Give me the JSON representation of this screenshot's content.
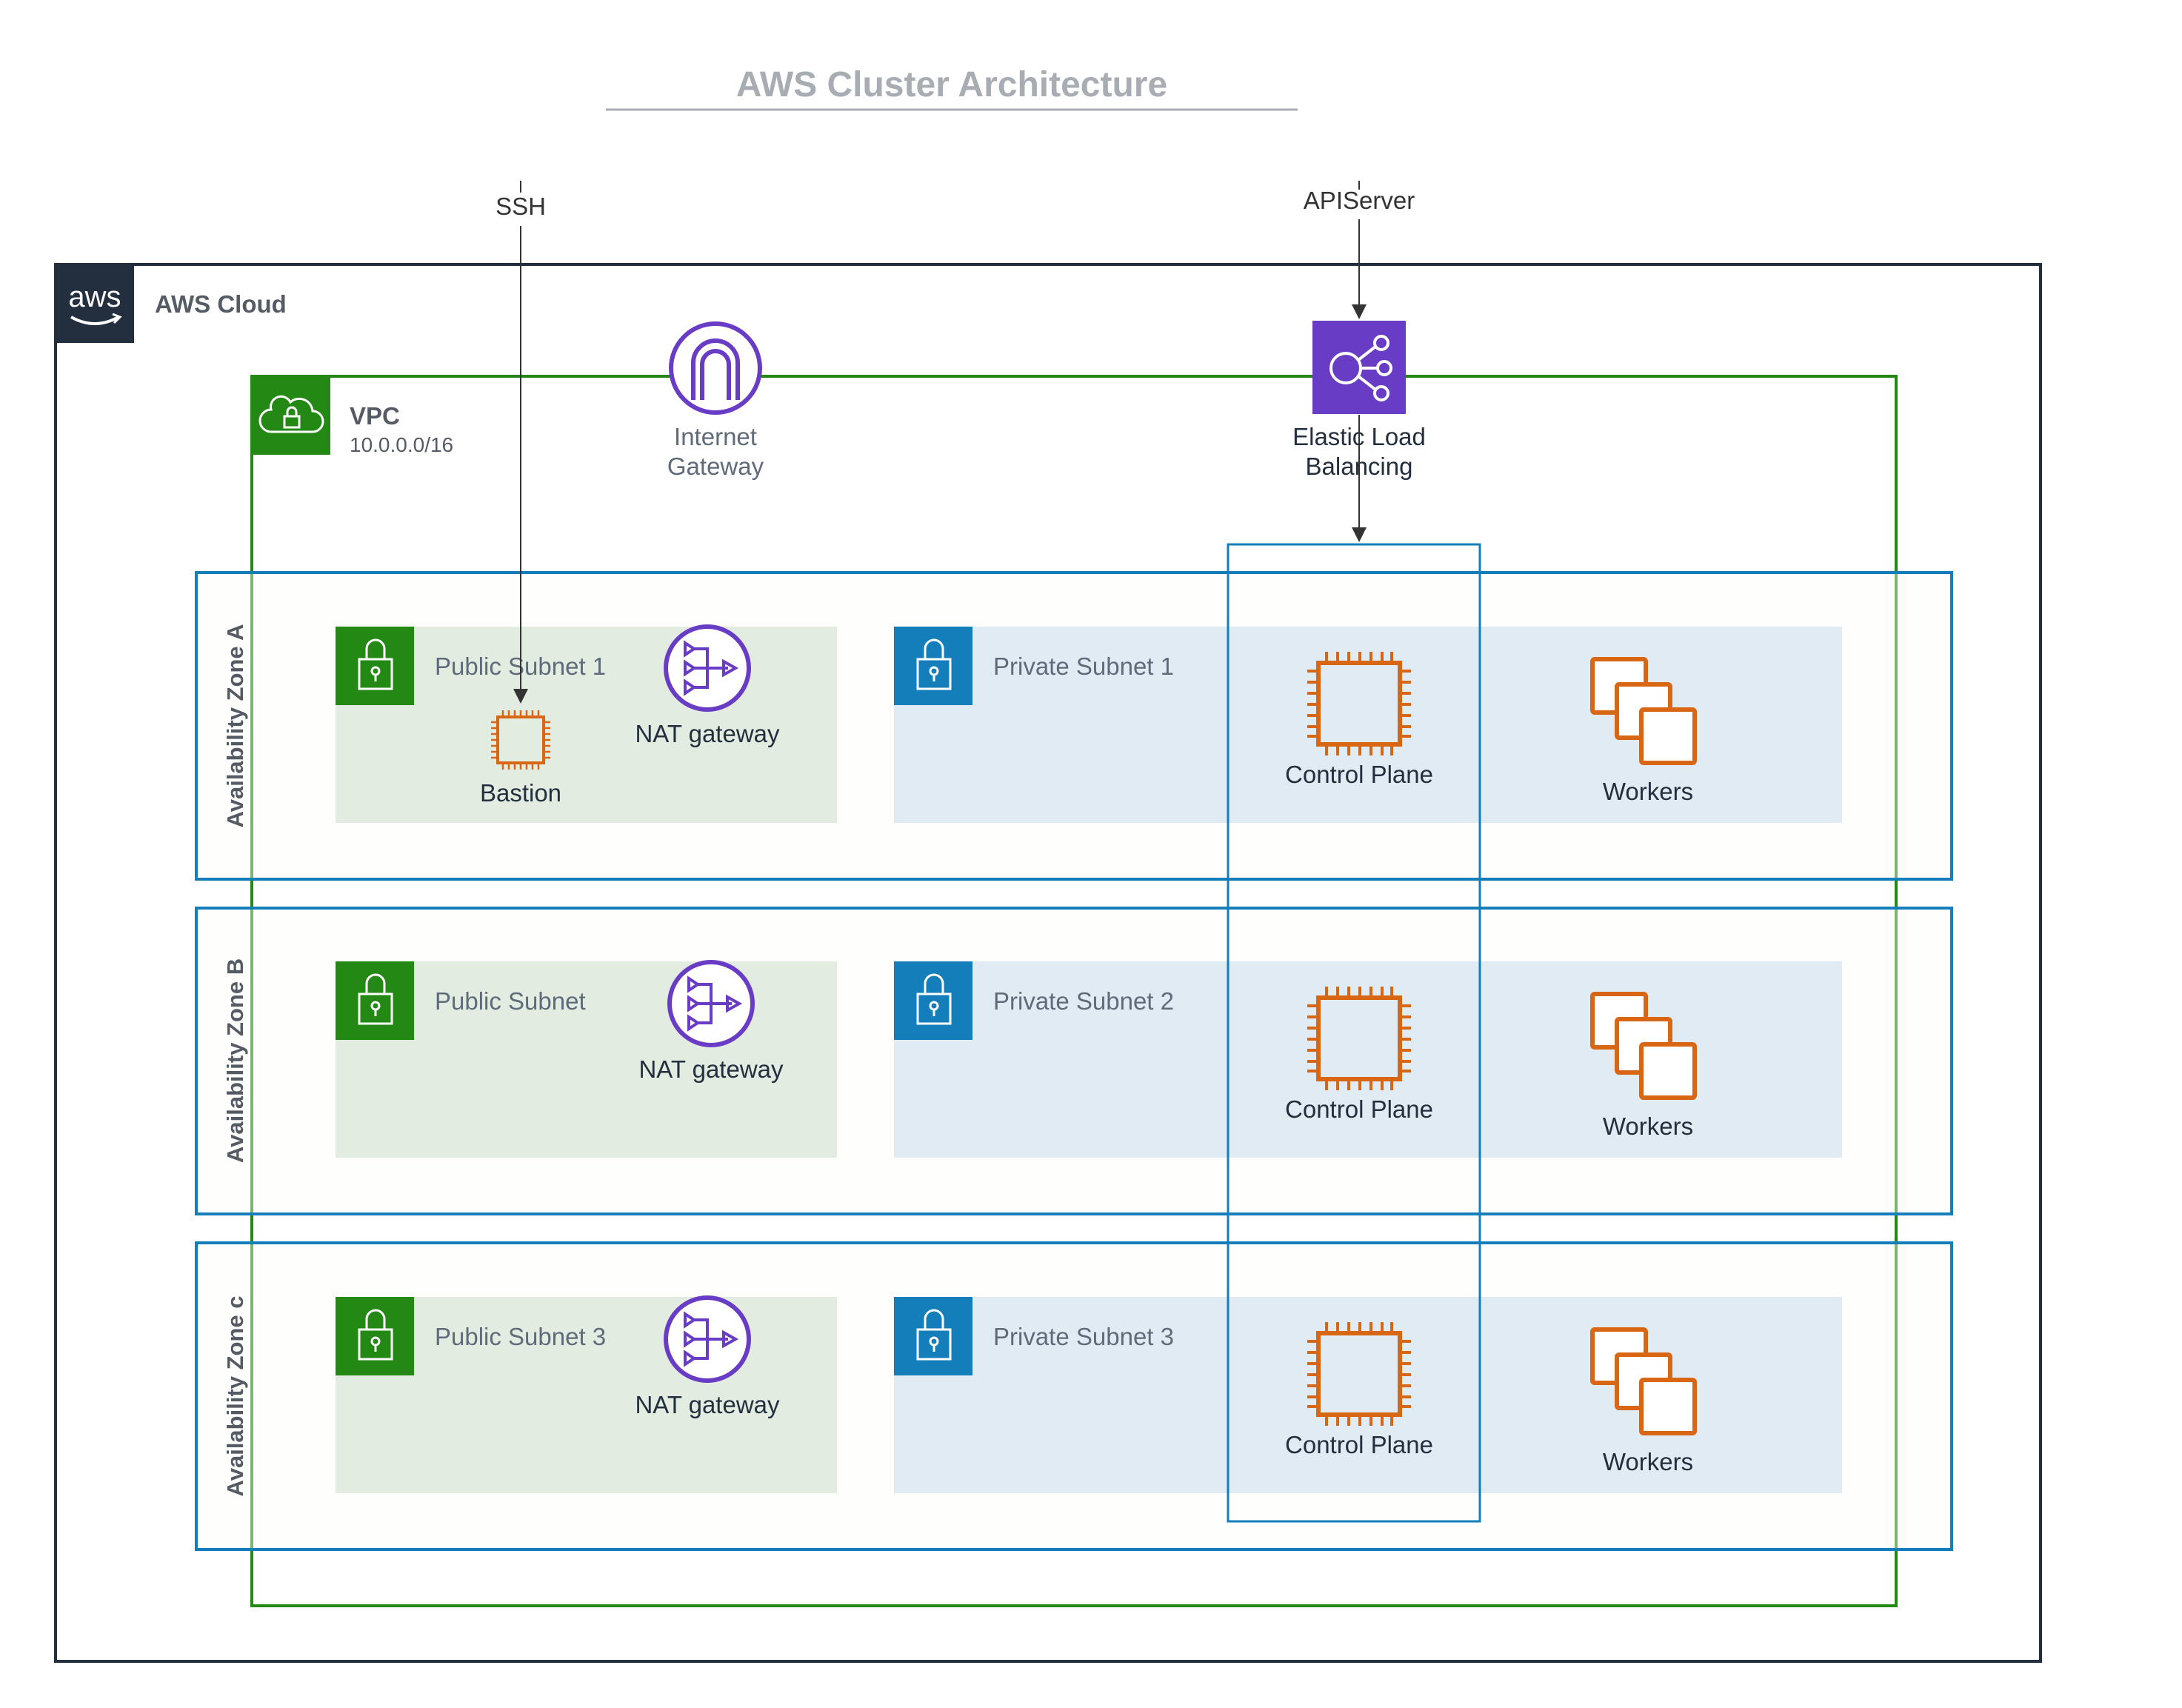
{
  "title": "AWS Cluster Architecture",
  "cloud": {
    "label": "AWS Cloud",
    "logo_text": "aws"
  },
  "vpc": {
    "label": "VPC",
    "cidr": "10.0.0.0/16"
  },
  "edges": {
    "ssh": "SSH",
    "apiserver": "APIServer"
  },
  "internet_gateway": {
    "line1": "Internet",
    "line2": "Gateway"
  },
  "elb": {
    "line1": "Elastic Load",
    "line2": "Balancing"
  },
  "zones": [
    {
      "label": "Availability Zone A",
      "public_subnet": "Public Subnet 1",
      "private_subnet": "Private Subnet 1",
      "nat": "NAT gateway",
      "bastion": "Bastion",
      "control_plane": "Control Plane",
      "workers": "Workers"
    },
    {
      "label": "Availability Zone B",
      "public_subnet": "Public Subnet",
      "private_subnet": "Private Subnet 2",
      "nat": "NAT gateway",
      "control_plane": "Control Plane",
      "workers": "Workers"
    },
    {
      "label": "Availability Zone c",
      "public_subnet": "Public Subnet 3",
      "private_subnet": "Private Subnet 3",
      "nat": "NAT gateway",
      "control_plane": "Control Plane",
      "workers": "Workers"
    }
  ],
  "colors": {
    "aws_cloud_border": "#232f3e",
    "vpc_border": "#248814",
    "zone_border": "#147eba",
    "public_fill": "#e2ece0",
    "private_fill": "#e0ebf4",
    "public_badge": "#248814",
    "private_badge": "#147eba",
    "ec2_orange": "#d86613",
    "network_purple": "#693cc5"
  },
  "icons": {
    "cloud_logo": "aws-logo-icon",
    "vpc_badge": "vpc-cloud-lock-icon",
    "subnet_badge": "padlock-icon",
    "internet_gateway": "internet-gateway-icon",
    "elb": "elastic-load-balancing-icon",
    "nat": "nat-gateway-icon",
    "instance": "ec2-chip-icon",
    "workers": "stacked-instances-icon"
  }
}
